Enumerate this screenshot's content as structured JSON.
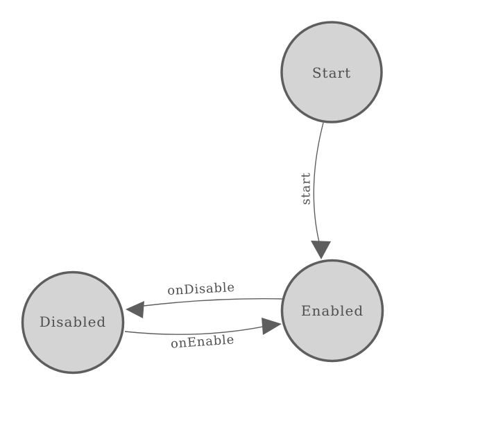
{
  "diagram": {
    "kind": "state-diagram",
    "nodes": [
      {
        "id": "start",
        "label": "Start"
      },
      {
        "id": "enabled",
        "label": "Enabled"
      },
      {
        "id": "disabled",
        "label": "Disabled"
      }
    ],
    "edges": [
      {
        "id": "start-transition",
        "label": "start",
        "from": "Start",
        "to": "Enabled"
      },
      {
        "id": "on-disable-transition",
        "label": "onDisable",
        "from": "Enabled",
        "to": "Disabled"
      },
      {
        "id": "on-enable-transition",
        "label": "onEnable",
        "from": "Disabled",
        "to": "Enabled"
      }
    ],
    "colors": {
      "background": "#ffffff",
      "node_fill": "#d4d4d4",
      "node_stroke": "#5e5e5e",
      "edge_stroke": "#5e5e5e",
      "label_text": "#4f4f4f"
    }
  }
}
